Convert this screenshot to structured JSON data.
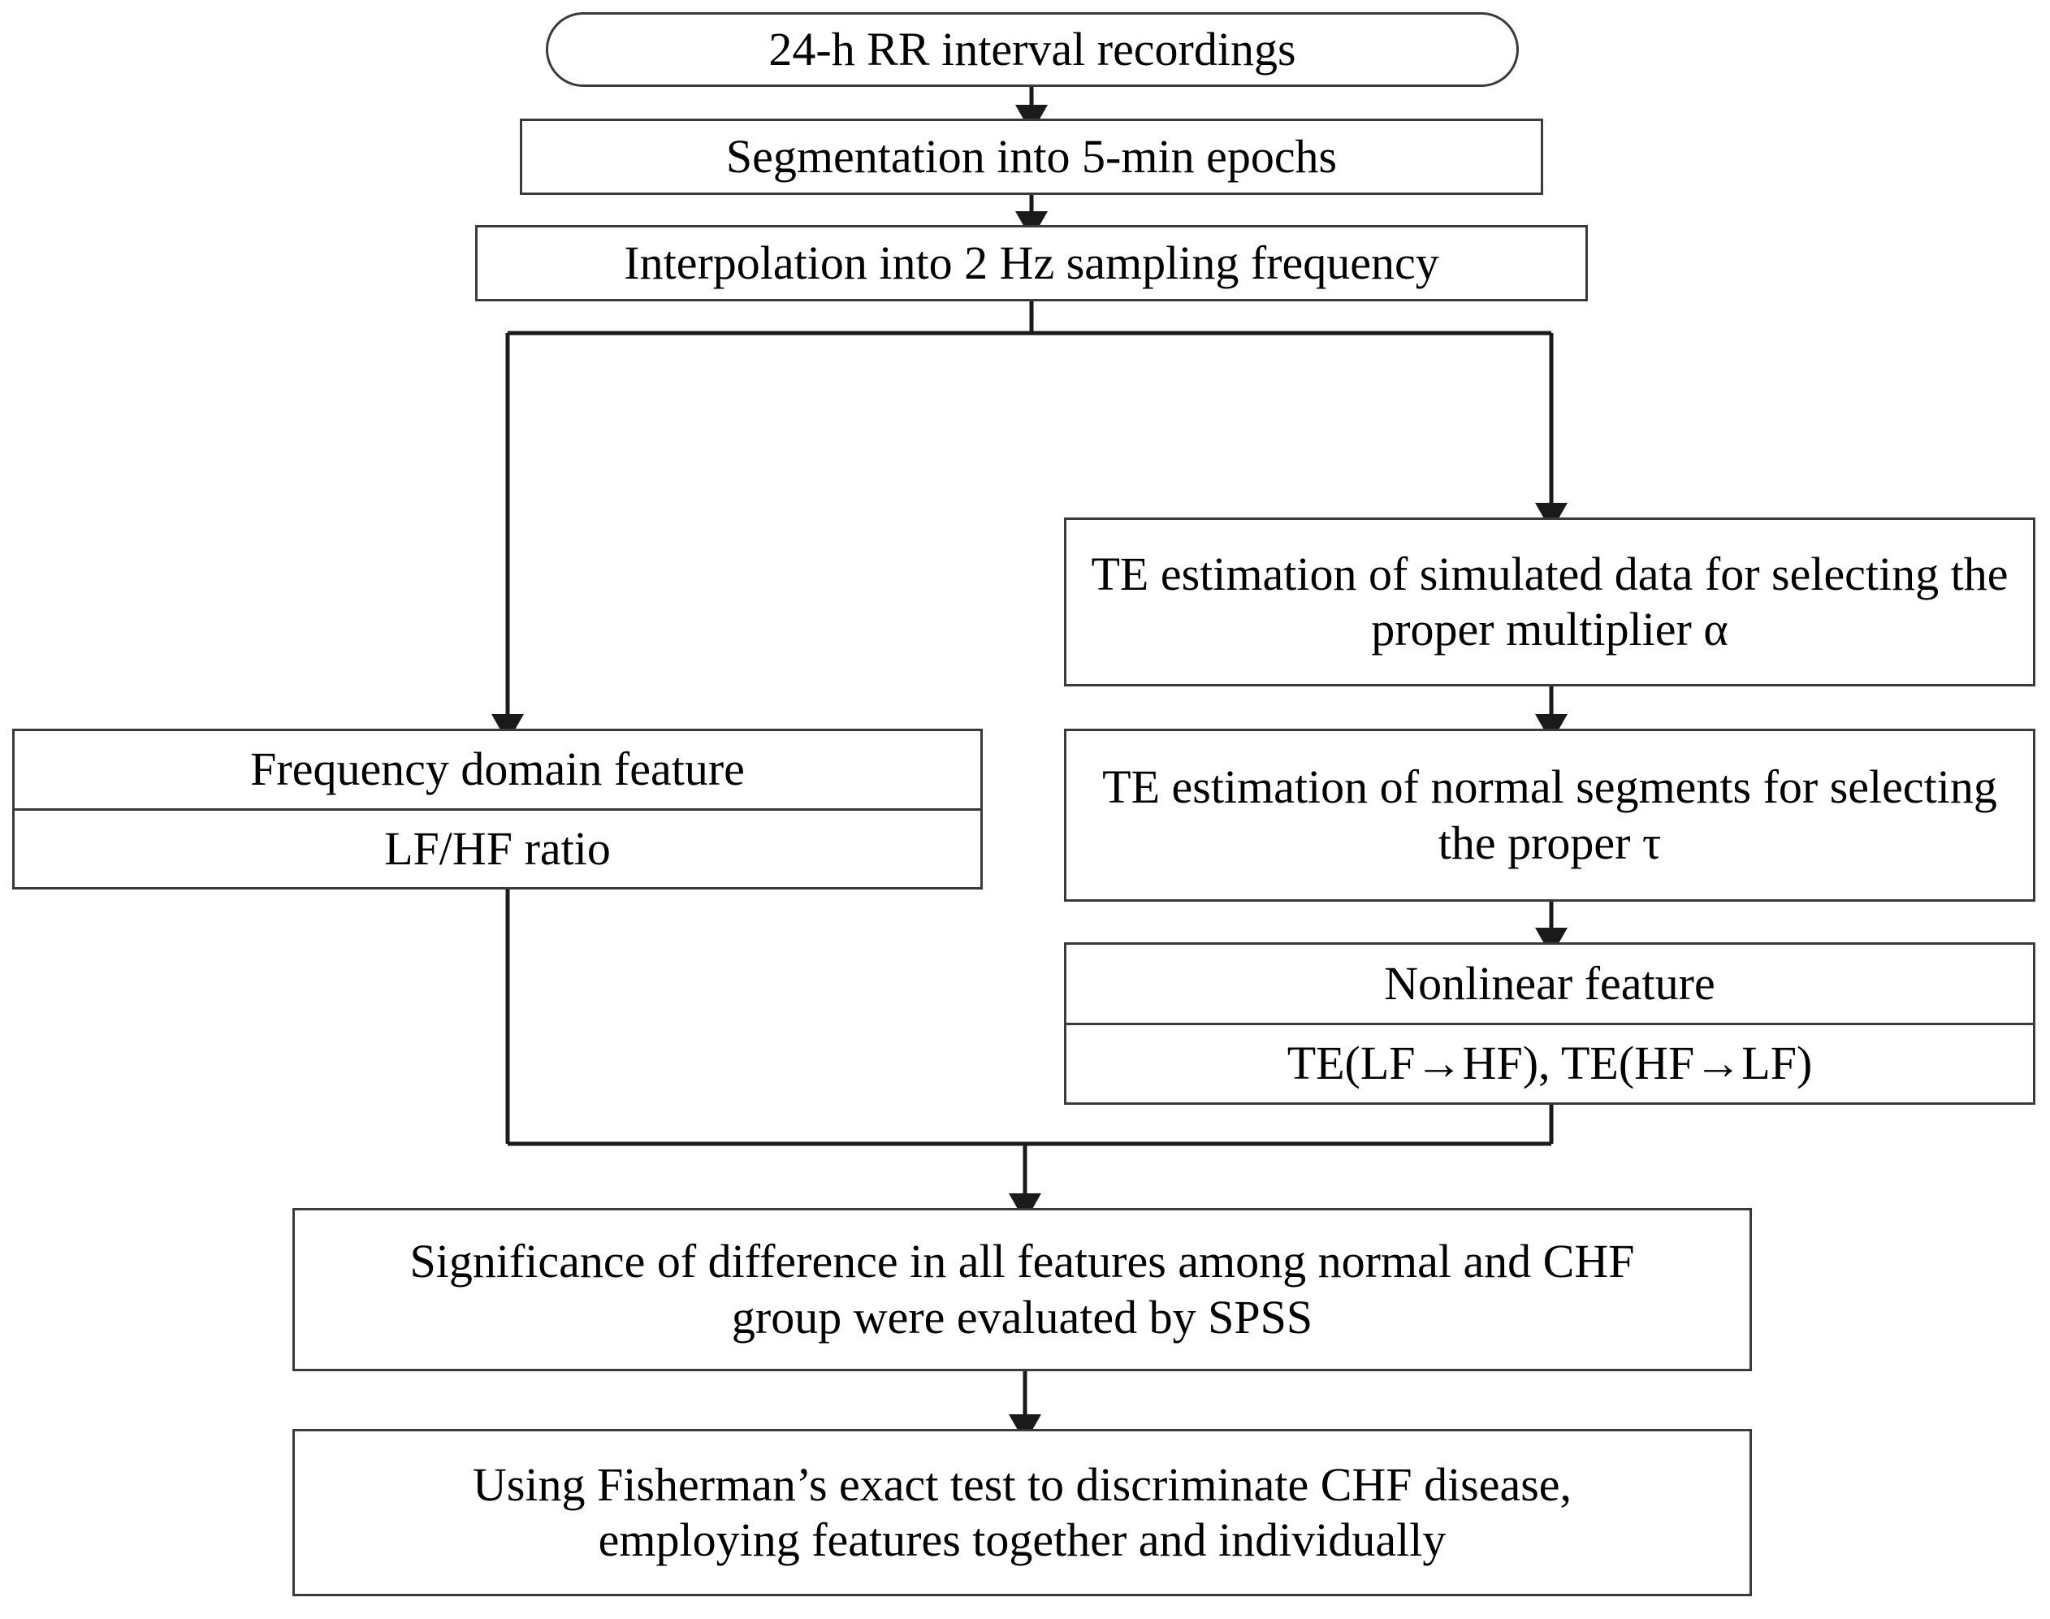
{
  "diagram": {
    "title": "CHF analysis processing flowchart",
    "type": "flowchart",
    "nodes": [
      {
        "id": "start",
        "shape": "rounded",
        "text": "24-h RR interval recordings"
      },
      {
        "id": "segment",
        "shape": "rect",
        "text": "Segmentation into 5-min epochs"
      },
      {
        "id": "interp",
        "shape": "rect",
        "text": "Interpolation into 2 Hz sampling frequency"
      },
      {
        "id": "te_sim",
        "shape": "rect",
        "text": "TE estimation of simulated data for selecting the proper multiplier α"
      },
      {
        "id": "freq_feat",
        "shape": "split",
        "header": "Frequency domain feature",
        "body": "LF/HF ratio"
      },
      {
        "id": "te_normal",
        "shape": "rect",
        "text": "TE estimation of normal segments for selecting the proper τ"
      },
      {
        "id": "nonlin_feat",
        "shape": "split",
        "header": "Nonlinear feature",
        "body": "TE(LF→HF), TE(HF→LF)"
      },
      {
        "id": "spss",
        "shape": "rect",
        "text": "Significance of difference in all features among normal and CHF group were evaluated by SPSS"
      },
      {
        "id": "fisher",
        "shape": "rect",
        "text": "Using Fisherman’s exact test to discriminate CHF disease, employing features together and individually"
      }
    ],
    "edges": [
      {
        "from": "start",
        "to": "segment",
        "style": "straight-down"
      },
      {
        "from": "segment",
        "to": "interp",
        "style": "straight-down"
      },
      {
        "from": "interp",
        "to": "freq_feat",
        "style": "elbow-left"
      },
      {
        "from": "interp",
        "to": "te_sim",
        "style": "elbow-right"
      },
      {
        "from": "te_sim",
        "to": "te_normal",
        "style": "straight-down"
      },
      {
        "from": "te_normal",
        "to": "nonlin_feat",
        "style": "straight-down"
      },
      {
        "from": "freq_feat",
        "to": "spss",
        "style": "merge-down"
      },
      {
        "from": "nonlin_feat",
        "to": "spss",
        "style": "merge-down"
      },
      {
        "from": "spss",
        "to": "fisher",
        "style": "straight-down"
      }
    ],
    "colors": {
      "border": "#3a3a3a",
      "line": "#1a1a1a",
      "background": "#ffffff",
      "text": "#000000"
    }
  }
}
